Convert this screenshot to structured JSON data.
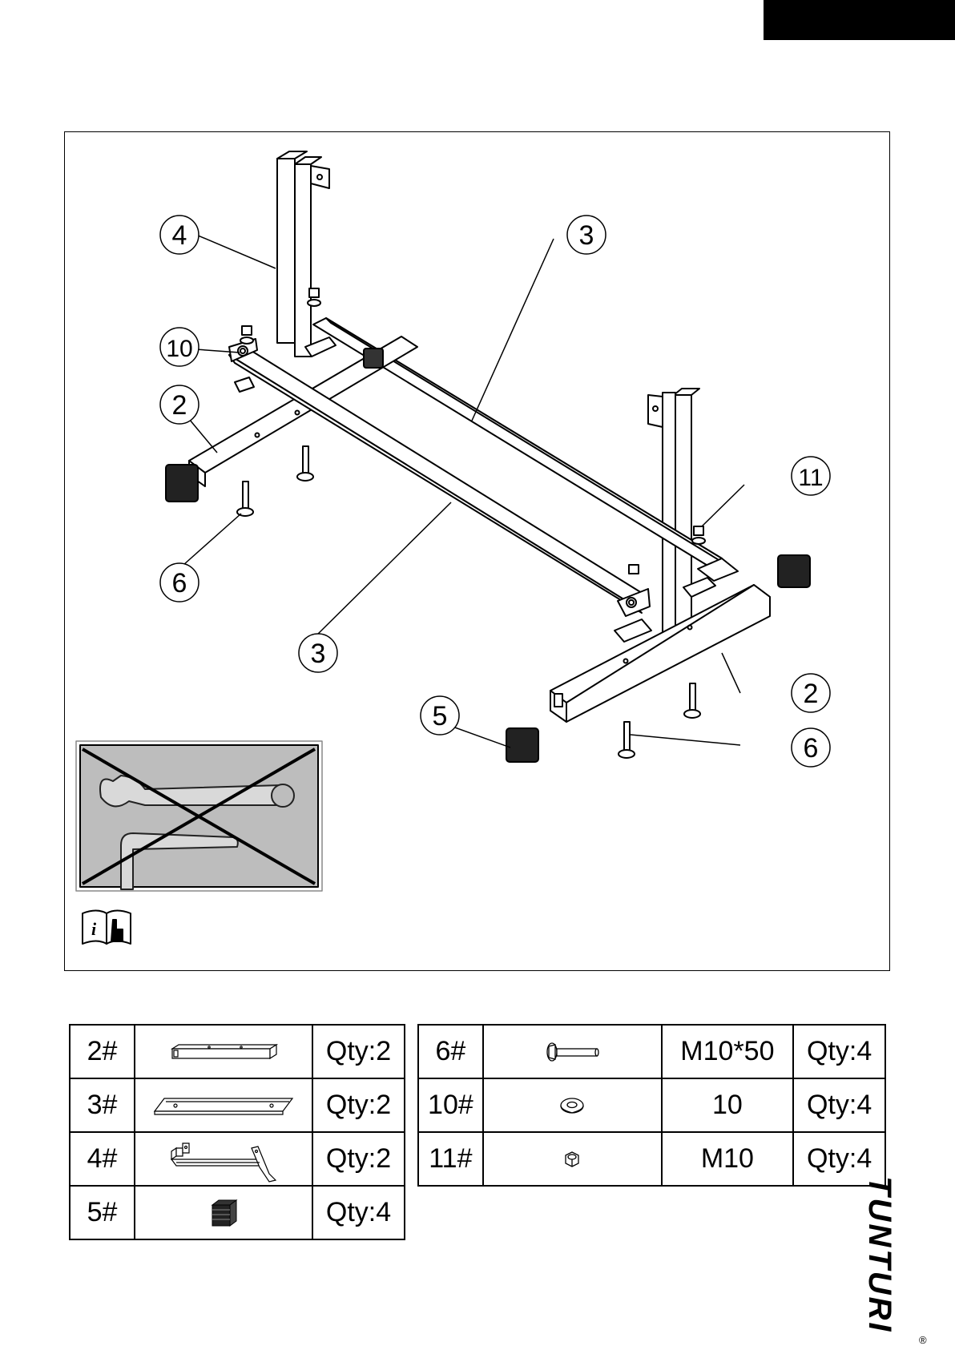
{
  "callouts": [
    {
      "id": "callout-4",
      "label": "4"
    },
    {
      "id": "callout-3-top",
      "label": "3"
    },
    {
      "id": "callout-10",
      "label": "10"
    },
    {
      "id": "callout-2-left",
      "label": "2"
    },
    {
      "id": "callout-11",
      "label": "11"
    },
    {
      "id": "callout-6-left",
      "label": "6"
    },
    {
      "id": "callout-3-bottom",
      "label": "3"
    },
    {
      "id": "callout-5",
      "label": "5"
    },
    {
      "id": "callout-2-right",
      "label": "2"
    },
    {
      "id": "callout-6-right",
      "label": "6"
    }
  ],
  "icons": {
    "no_tools": "crossed-out-wrench-and-hex-key-icon",
    "manual": "read-manual-icon",
    "manual_letter": "i"
  },
  "parts_left": [
    {
      "num": "2#",
      "qty": "Qty:2",
      "icon": "square-tube-icon"
    },
    {
      "num": "3#",
      "qty": "Qty:2",
      "icon": "flat-bar-icon"
    },
    {
      "num": "4#",
      "qty": "Qty:2",
      "icon": "upright-frame-icon"
    },
    {
      "num": "5#",
      "qty": "Qty:4",
      "icon": "end-cap-icon"
    }
  ],
  "parts_right": [
    {
      "num": "6#",
      "spec": "M10*50",
      "qty": "Qty:4",
      "icon": "bolt-icon"
    },
    {
      "num": "10#",
      "spec": "10",
      "qty": "Qty:4",
      "icon": "washer-icon"
    },
    {
      "num": "11#",
      "spec": "M10",
      "qty": "Qty:4",
      "icon": "nut-icon"
    }
  ],
  "brand": {
    "name": "TUNTURI",
    "reg": "®"
  }
}
